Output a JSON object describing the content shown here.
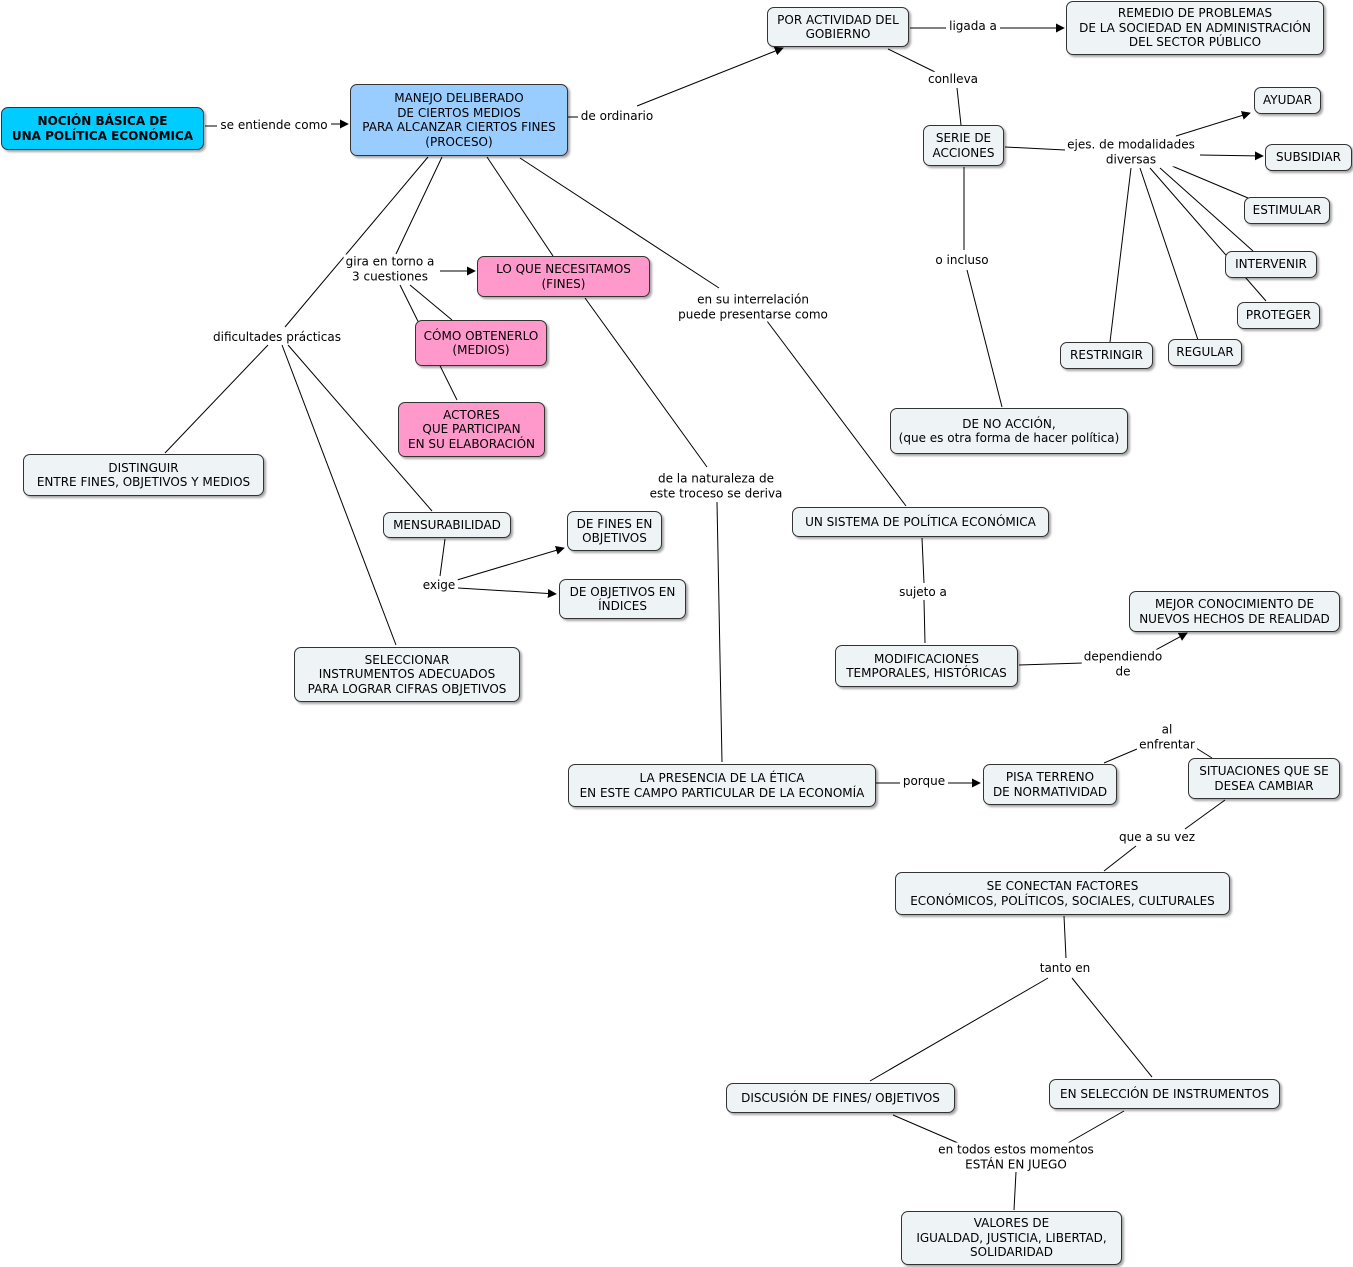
{
  "concepts": {
    "nocion": "NOCIÓN BÁSICA DE\nUNA POLÍTICA ECONÓMICA",
    "manejo": "MANEJO DELIBERADO\nDE CIERTOS MEDIOS\nPARA ALCANZAR CIERTOS FINES\n(PROCESO)",
    "por_actividad": "POR ACTIVIDAD DEL\nGOBIERNO",
    "remedio": "REMEDIO DE PROBLEMAS\nDE LA SOCIEDAD EN ADMINISTRACIÓN\nDEL SECTOR PÚBLICO",
    "serie": "SERIE DE\nACCIONES",
    "ayudar": "AYUDAR",
    "subsidiar": "SUBSIDIAR",
    "estimular": "ESTIMULAR",
    "intervenir": "INTERVENIR",
    "proteger": "PROTEGER",
    "restringir": "RESTRINGIR",
    "regular": "REGULAR",
    "no_accion": "DE NO ACCIÓN,\n(que es otra forma de hacer política)",
    "necesitamos": "LO QUE NECESITAMOS\n(FINES)",
    "obtenerlo": "CÓMO OBTENERLO\n(MEDIOS)",
    "actores": "ACTORES\nQUE PARTICIPAN\nEN SU ELABORACIÓN",
    "distinguir": "DISTINGUIR\nENTRE FINES, OBJETIVOS Y MEDIOS",
    "mensurabilidad": "MENSURABILIDAD",
    "fines_objetivos": "DE FINES EN\nOBJETIVOS",
    "objetivos_indices": "DE OBJETIVOS EN\nÍNDICES",
    "seleccionar": "SELECCIONAR\nINSTRUMENTOS ADECUADOS\nPARA LOGRAR CIFRAS OBJETIVOS",
    "sistema": "UN SISTEMA DE POLÍTICA ECONÓMICA",
    "modificaciones": "MODIFICACIONES\nTEMPORALES, HISTÓRICAS",
    "mejor": "MEJOR CONOCIMIENTO DE\nNUEVOS HECHOS DE REALIDAD",
    "etica": "LA PRESENCIA DE LA ÉTICA\nEN ESTE CAMPO PARTICULAR DE LA ECONOMÍA",
    "pisa": "PISA TERRENO\nDE NORMATIVIDAD",
    "situaciones": "SITUACIONES QUE SE\nDESEA CAMBIAR",
    "conectan": "SE CONECTAN FACTORES\nECONÓMICOS, POLÍTICOS, SOCIALES, CULTURALES",
    "discusion": "DISCUSIÓN DE FINES/ OBJETIVOS",
    "seleccion": "EN SELECCIÓN DE INSTRUMENTOS",
    "valores": "VALORES DE\nIGUALDAD, JUSTICIA, LIBERTAD,\nSOLIDARIDAD"
  },
  "links": {
    "se_entiende": "se entiende como",
    "de_ordinario": "de ordinario",
    "ligada": "ligada a",
    "conlleva": "conlleva",
    "ejemplos": "ejes. de modalidades\ndiversas",
    "o_incluso": "o incluso",
    "gira": "gira en torno a\n3 cuestiones",
    "dificultades": "dificultades prácticas",
    "interrelacion": "en su interrelación\npuede presentarse como",
    "naturaleza": "de la naturaleza de\neste troceso se deriva",
    "exige": "exige",
    "sujeto": "sujeto a",
    "dependiendo": "dependiendo\nde",
    "porque": "porque",
    "al_enfrentar": "al\nenfrentar",
    "que_a_su_vez": "que a su vez",
    "tanto_en": "tanto en",
    "en_todos": "en todos estos momentos\nESTÁN EN JUEGO"
  }
}
